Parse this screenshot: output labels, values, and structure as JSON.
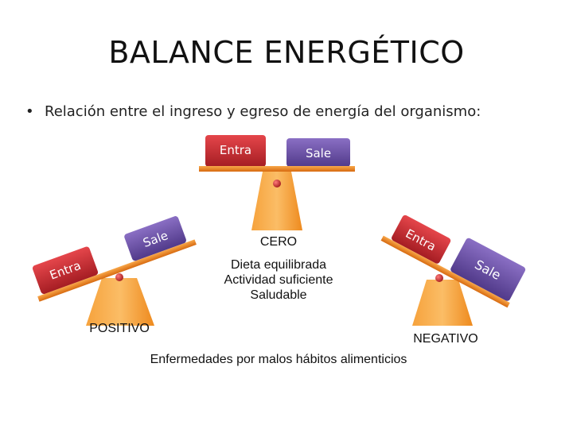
{
  "title": "BALANCE ENERGÉTICO",
  "bullet": "Relación entre el ingreso y egreso de energía del organismo:",
  "balances": {
    "cero": {
      "left_box": "Entra",
      "right_box": "Sale",
      "label": "CERO"
    },
    "positivo": {
      "left_box": "Entra",
      "right_box": "Sale",
      "label": "POSITIVO"
    },
    "negativo": {
      "left_box": "Entra",
      "right_box": "Sale",
      "label": "NEGATIVO"
    }
  },
  "cero_lines": [
    "Dieta equilibrada",
    "Actividad suficiente",
    "Saludable"
  ],
  "footer": "Enfermedades por malos hábitos alimenticios",
  "colors": {
    "entra": "#c0272d",
    "sale": "#6a4ea6",
    "beam": "#e87722",
    "base": "#f7941d",
    "pivot": "#d0282e"
  }
}
